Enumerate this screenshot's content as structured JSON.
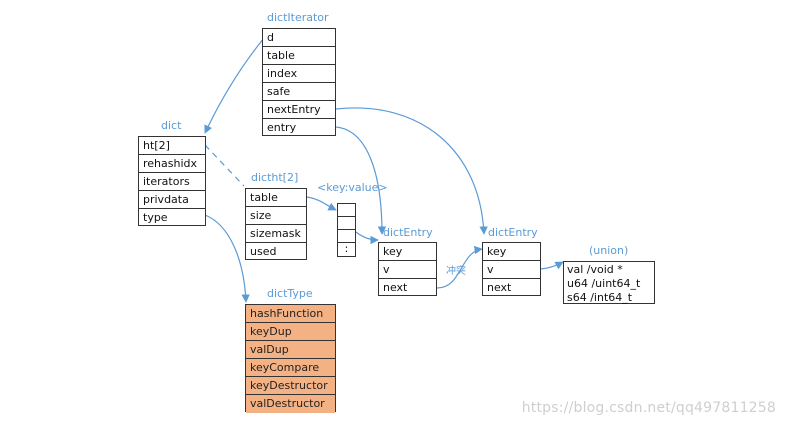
{
  "dict_iterator": {
    "title": "dictIterator",
    "fields": [
      "d",
      "table",
      "index",
      "safe",
      "nextEntry",
      "entry"
    ]
  },
  "dict": {
    "title": "dict",
    "fields": [
      "ht[2]",
      "rehashidx",
      "iterators",
      "privdata",
      "type"
    ]
  },
  "dictht": {
    "title": "dictht[2]",
    "fields": [
      "table",
      "size",
      "sizemask",
      "used"
    ]
  },
  "keyvalue": {
    "title": "<key:value>",
    "slots": [
      "",
      "",
      "",
      ":"
    ]
  },
  "dict_entry_1": {
    "title": "dictEntry",
    "fields": [
      "key",
      "v",
      "next"
    ]
  },
  "dict_entry_2": {
    "title": "dictEntry",
    "fields": [
      "key",
      "v",
      "next"
    ]
  },
  "union": {
    "title": "(union)",
    "lines": [
      "val /void *",
      "u64 /uint64_t",
      "s64 /int64_t"
    ]
  },
  "dict_type": {
    "title": "dictType",
    "fields": [
      "hashFunction",
      "keyDup",
      "valDup",
      "keyCompare",
      "keyDestructor",
      "valDestructor"
    ]
  },
  "collision_label": "冲突",
  "watermark": "https://blog.csdn.net/qq497811258",
  "colors": {
    "arrow": "#5b9bd5",
    "title": "#5b9bd5",
    "dict_type_fill": "#f4b183"
  }
}
